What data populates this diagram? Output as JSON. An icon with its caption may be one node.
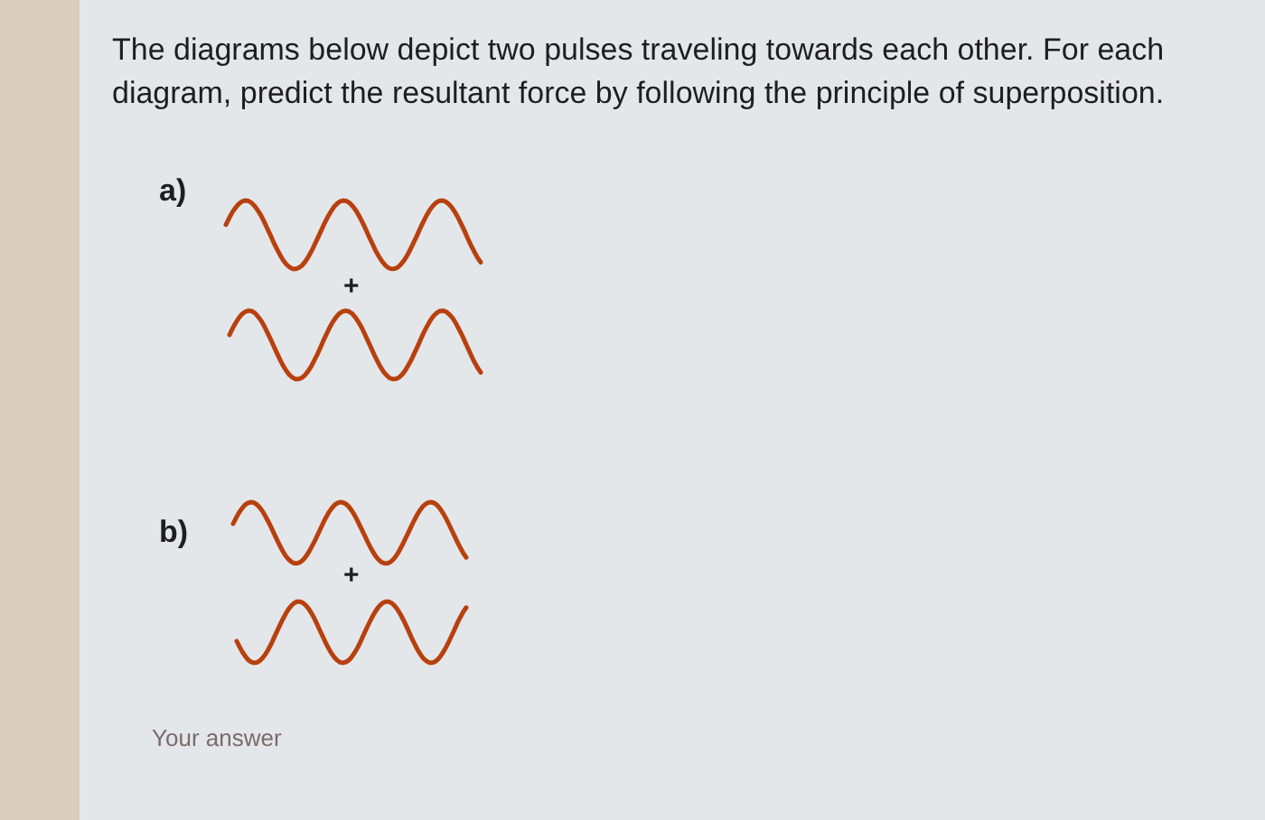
{
  "diagram": {
    "labels": [
      "The diagrams below depict two pulses traveling towards each other. For each diagram, predict the resultant force by following the principle of superposition.",
      "a)",
      "+",
      "b)",
      "+",
      "Your answer"
    ]
  }
}
